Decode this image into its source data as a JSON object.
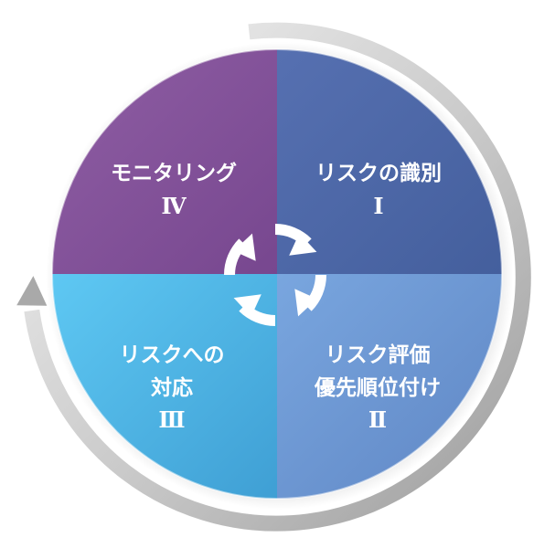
{
  "quadrants": {
    "top_left": {
      "lines": [
        "モニタリング"
      ],
      "numeral": "Ⅳ",
      "color": "#8a5a9e"
    },
    "top_right": {
      "lines": [
        "リスクの識別"
      ],
      "numeral": "Ⅰ",
      "color": "#4e6aa9"
    },
    "bottom_left": {
      "lines": [
        "リスクへの",
        "対応"
      ],
      "numeral": "Ⅲ",
      "color": "#55bde9"
    },
    "bottom_right": {
      "lines": [
        "リスク評価",
        "優先順位付け"
      ],
      "numeral": "Ⅱ",
      "color": "#6f9bd5"
    }
  },
  "cycle_icon": "refresh-cycle-icon",
  "outer_arrow": {
    "icon": "counterclockwise-arrow-icon",
    "color": "#b7b7b7"
  }
}
